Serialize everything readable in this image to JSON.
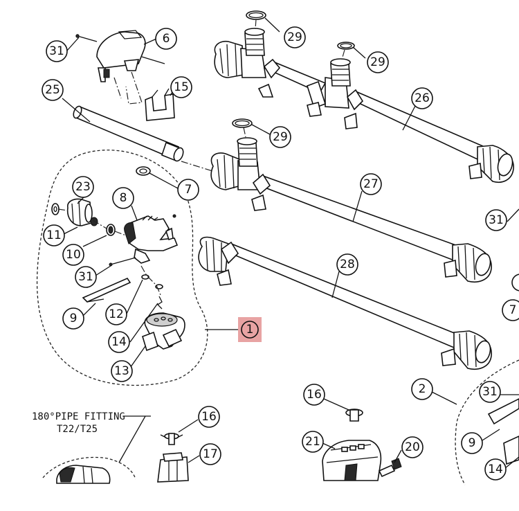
{
  "callouts": {
    "c1": "1",
    "c2": "2",
    "c6": "6",
    "c7a": "7",
    "c7b": "7",
    "c8": "8",
    "c9a": "9",
    "c9b": "9",
    "c10": "10",
    "c11": "11",
    "c12": "12",
    "c13": "13",
    "c14a": "14",
    "c14b": "14",
    "c15": "15",
    "c16a": "16",
    "c16b": "16",
    "c17": "17",
    "c20": "20",
    "c21": "21",
    "c23": "23",
    "c25": "25",
    "c26": "26",
    "c27": "27",
    "c28": "28",
    "c29a": "29",
    "c29b": "29",
    "c29c": "29",
    "c31a": "31",
    "c31b": "31",
    "c31c": "31",
    "c31d": "31"
  },
  "fitting_note": {
    "line1": "180°PIPE FITTING",
    "line2": "T22/T25"
  },
  "highlight_color": "#e8a3a3"
}
